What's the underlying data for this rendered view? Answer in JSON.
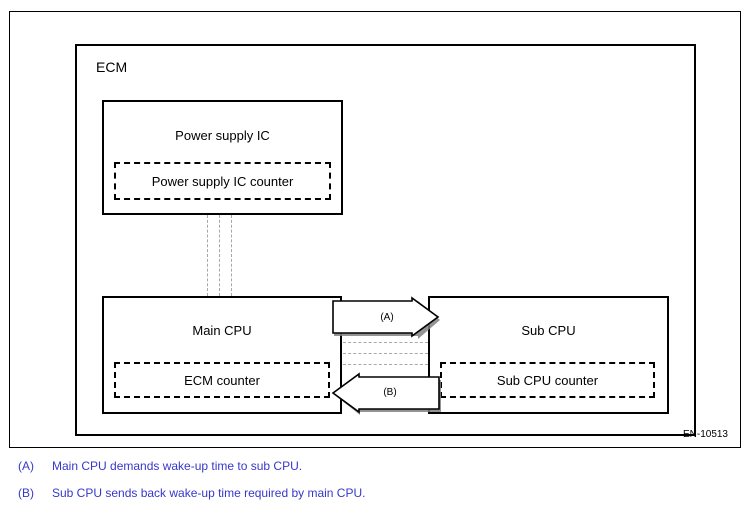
{
  "figure": {
    "id_label": "EN-10513",
    "enclosure": {
      "label": "ECM"
    },
    "components": [
      {
        "name": "power-supply-ic",
        "title": "Power supply IC",
        "counter_label": "Power supply IC counter"
      },
      {
        "name": "main-cpu",
        "title": "Main CPU",
        "counter_label": "ECM counter"
      },
      {
        "name": "sub-cpu",
        "title": "Sub CPU",
        "counter_label": "Sub CPU counter"
      }
    ],
    "arrows": [
      {
        "name": "arrow-a",
        "label": "(A)",
        "direction": "right"
      },
      {
        "name": "arrow-b",
        "label": "(B)",
        "direction": "left"
      }
    ]
  },
  "legend": {
    "items": [
      {
        "key": "(A)",
        "text": "Main CPU demands wake-up time to sub CPU."
      },
      {
        "key": "(B)",
        "text": "Sub CPU sends back wake-up time required by main CPU."
      }
    ]
  },
  "colors": {
    "line": "#000000",
    "link_dotted": "#a8a8a8",
    "arrow_fill": "#ffffff",
    "arrow_shadow": "#808080",
    "legend_text": "#3737cc"
  }
}
